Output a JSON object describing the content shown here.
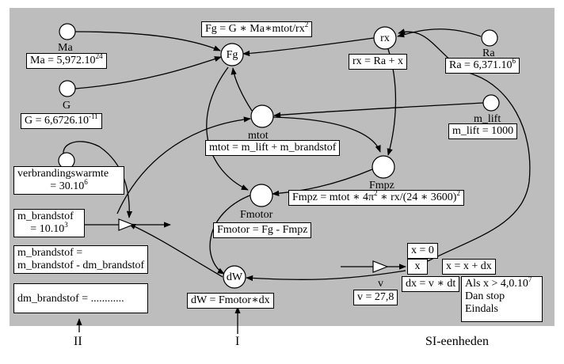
{
  "nodes": {
    "Ma": "Ma",
    "G": "G",
    "Fg": "Fg",
    "rx": "rx",
    "Ra": "Ra",
    "mtot": "mtot",
    "m_lift": "m_lift",
    "Fmpz": "Fmpz",
    "Fmotor": "Fmotor",
    "dW": "dW",
    "v": "v",
    "x": "x"
  },
  "equations": {
    "fg_pre": "Fg = G ∗ Ma∗mtot/rx",
    "fg_sup": "2",
    "ma_pre": "Ma = 5,972.10",
    "ma_sup": "24",
    "g_pre": "G = 6,6726.10",
    "g_sup": "-11",
    "rx": "rx = Ra + x",
    "ra_pre": "Ra = 6,371.10",
    "ra_sup": "6",
    "m_lift": "m_lift = 1000",
    "mtot": "mtot = m_lift + m_brandstof",
    "verbrand_line1": "verbrandingswarmte",
    "verbrand_line2_pre": "= 30.10",
    "verbrand_sup": "6",
    "fmpz_pre1": "Fmpz = mtot ∗ 4π",
    "fmpz_sup1": "2",
    "fmpz_mid": " ∗ rx/(24 ∗ 3600)",
    "fmpz_sup2": "2",
    "mbrand_line1": "m_brandstof",
    "mbrand_line2_pre": "= 10.10",
    "mbrand_sup": "3",
    "fmotor": "Fmotor = Fg - Fmpz",
    "mbrand_update_line1": "m_brandstof =",
    "mbrand_update_line2": "m_brandstof - dm_brandstof",
    "dm_brandstof": "dm_brandstof = ............",
    "dw": "dW = Fmotor∗dx",
    "x0": "x = 0",
    "x_update": "x = x + dx",
    "dx": "dx = v ∗ dt",
    "v": "v = 27,8",
    "stop_line1_pre": "Als x > 4,0.10",
    "stop_sup": "7",
    "stop_line2": "Dan stop",
    "stop_line3": "Eindals"
  },
  "bottom_labels": {
    "II": "II",
    "I": "I",
    "si": "SI-eenheden"
  }
}
